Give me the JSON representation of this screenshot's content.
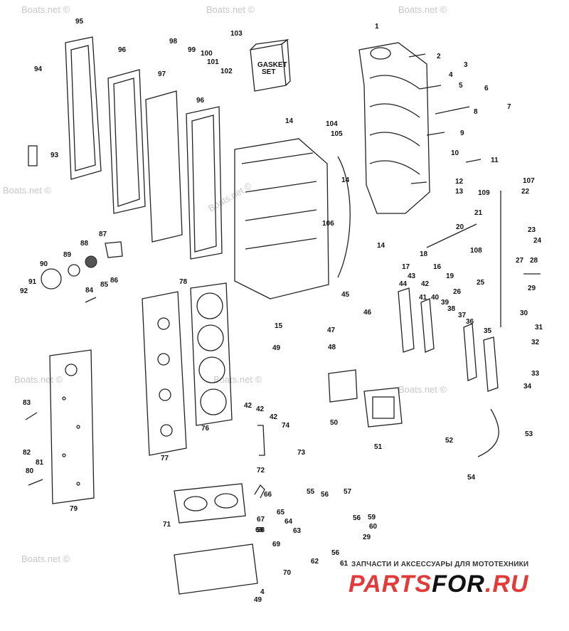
{
  "diagram": {
    "watermark": "Boats.net ©",
    "kit_label": [
      "GASKET",
      "SET"
    ],
    "part_numbers": [
      "1",
      "2",
      "3",
      "4",
      "5",
      "6",
      "7",
      "8",
      "9",
      "10",
      "11",
      "12",
      "13",
      "14",
      "14",
      "14",
      "15",
      "16",
      "17",
      "18",
      "19",
      "20",
      "21",
      "22",
      "23",
      "24",
      "25",
      "26",
      "27",
      "28",
      "29",
      "29",
      "30",
      "31",
      "32",
      "33",
      "34",
      "35",
      "36",
      "37",
      "38",
      "39",
      "40",
      "41",
      "42",
      "42",
      "42",
      "42",
      "43",
      "44",
      "45",
      "46",
      "47",
      "48",
      "49",
      "49",
      "50",
      "51",
      "52",
      "53",
      "54",
      "55",
      "56",
      "56",
      "56",
      "57",
      "58",
      "59",
      "60",
      "61",
      "62",
      "63",
      "64",
      "65",
      "66",
      "67",
      "68",
      "69",
      "70",
      "71",
      "72",
      "73",
      "74",
      "76",
      "77",
      "78",
      "79",
      "80",
      "81",
      "82",
      "83",
      "84",
      "85",
      "86",
      "87",
      "88",
      "89",
      "90",
      "91",
      "92",
      "93",
      "94",
      "95",
      "96",
      "96",
      "97",
      "98",
      "99",
      "100",
      "101",
      "102",
      "103",
      "104",
      "105",
      "106",
      "107",
      "108",
      "109",
      "4"
    ]
  },
  "footer": {
    "tagline": "ЗАПЧАСТИ И АКСЕССУАРЫ ДЛЯ МОТОТЕХНИКИ",
    "logo_part1": "PARTS",
    "logo_part2": "FOR",
    "logo_part3": ".RU"
  }
}
